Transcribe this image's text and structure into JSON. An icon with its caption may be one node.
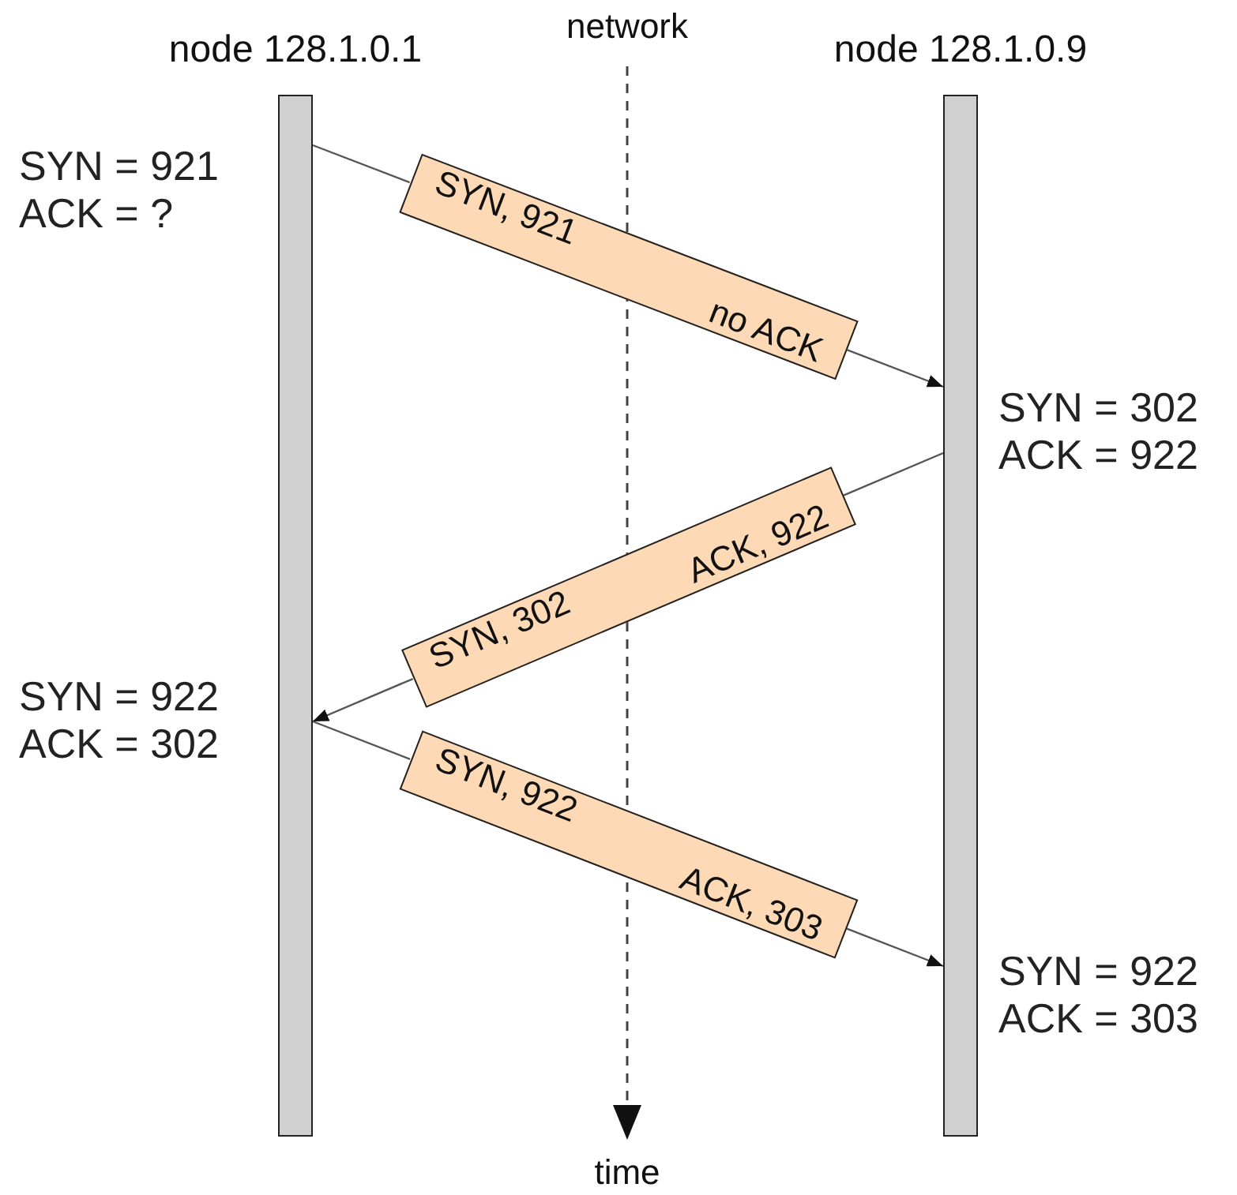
{
  "diagram": {
    "nodes": [
      {
        "text": [
          "node 128.1.0.1"
        ]
      },
      {
        "text": [
          "node 128.1.0.9"
        ]
      },
      {
        "text": [
          "SYN, 921",
          "no ACK"
        ]
      },
      {
        "text": [
          "SYN, 302",
          "ACK, 922"
        ]
      },
      {
        "text": [
          "SYN, 922",
          "ACK, 303"
        ]
      }
    ],
    "edges": [
      {
        "from": 0,
        "to": 2,
        "arrow": "none"
      },
      {
        "from": 2,
        "to": 1,
        "arrow": "to"
      },
      {
        "from": 1,
        "to": 3,
        "arrow": "none"
      },
      {
        "from": 3,
        "to": 0,
        "arrow": "to"
      },
      {
        "from": 0,
        "to": 4,
        "arrow": "none"
      },
      {
        "from": 4,
        "to": 1,
        "arrow": "to"
      }
    ],
    "labels": [
      "network",
      "SYN = 921 ACK = ?",
      "SYN = 302 ACK = 922",
      "SYN = 922 ACK = 302",
      "SYN = 922 ACK = 303",
      "time"
    ]
  }
}
